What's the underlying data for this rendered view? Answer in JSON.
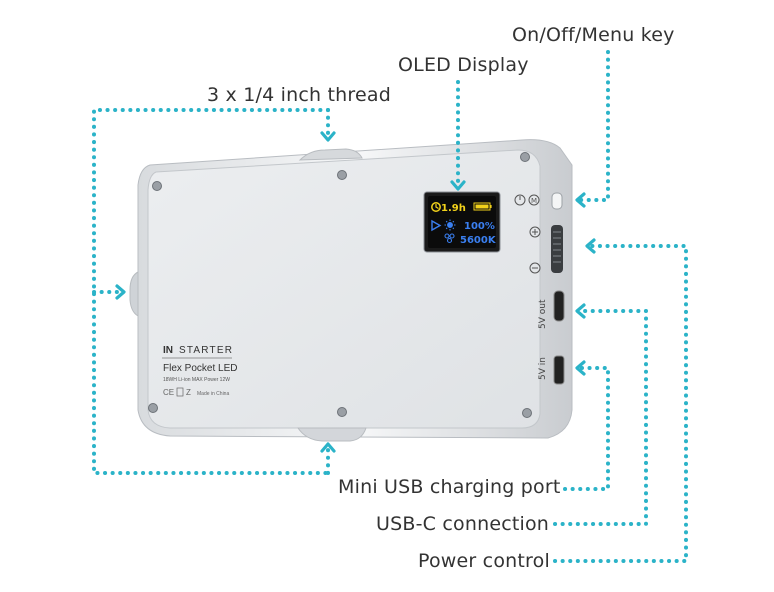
{
  "colors": {
    "leader": "#2bb3c8",
    "label_text": "#333333",
    "oled_yellow": "#f2d21b",
    "oled_blue": "#3a7ff0",
    "body_silver": "#e3e5e7",
    "screen_black": "#0b0b0b"
  },
  "callouts": {
    "menu_key": "On/Off/Menu key",
    "oled_display": "OLED Display",
    "thread": "3 x 1/4 inch thread",
    "mini_usb": "Mini USB charging port",
    "usb_c": "USB-C connection",
    "power_control": "Power control"
  },
  "oled": {
    "time": "1.9h",
    "brightness": "100%",
    "color_temp": "5600K"
  },
  "device": {
    "brand": "STARTER",
    "product": "Flex Pocket LED",
    "spec": "18WH Li-ion MAX Power 12W",
    "made_in": "Made in China",
    "port_5v_out": "5V out",
    "port_5v_in": "5V in"
  },
  "icons": [
    "clock-icon",
    "battery-icon",
    "play-icon",
    "sun-icon",
    "fan-icon",
    "power-menu-icon",
    "plus-icon",
    "minus-icon"
  ]
}
